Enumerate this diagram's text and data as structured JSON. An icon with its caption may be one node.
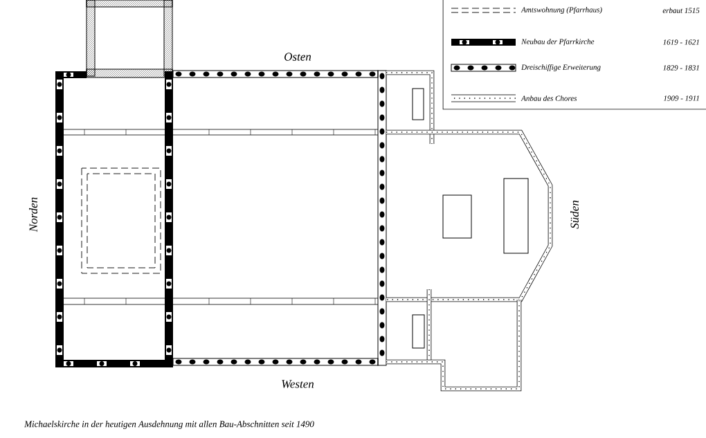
{
  "diagram": {
    "caption": "Michaelskirche in der heutigen Ausdehnung mit allen Bau-Abschnitten seit 1490",
    "labels": [
      "erbaut 1515",
      "1619 - 1621",
      "Osten",
      "1829 - 1831",
      "1909 - 1911",
      "Norden",
      "Süden",
      "Westen"
    ],
    "legend": [
      {
        "text": "Amtswohnung (Pfarrhaus)"
      },
      {
        "text": "Neubau der Pfarrkirche"
      },
      {
        "text": "Dreischiffige Erweiterung"
      },
      {
        "text": "Anbau des Chores"
      }
    ]
  }
}
